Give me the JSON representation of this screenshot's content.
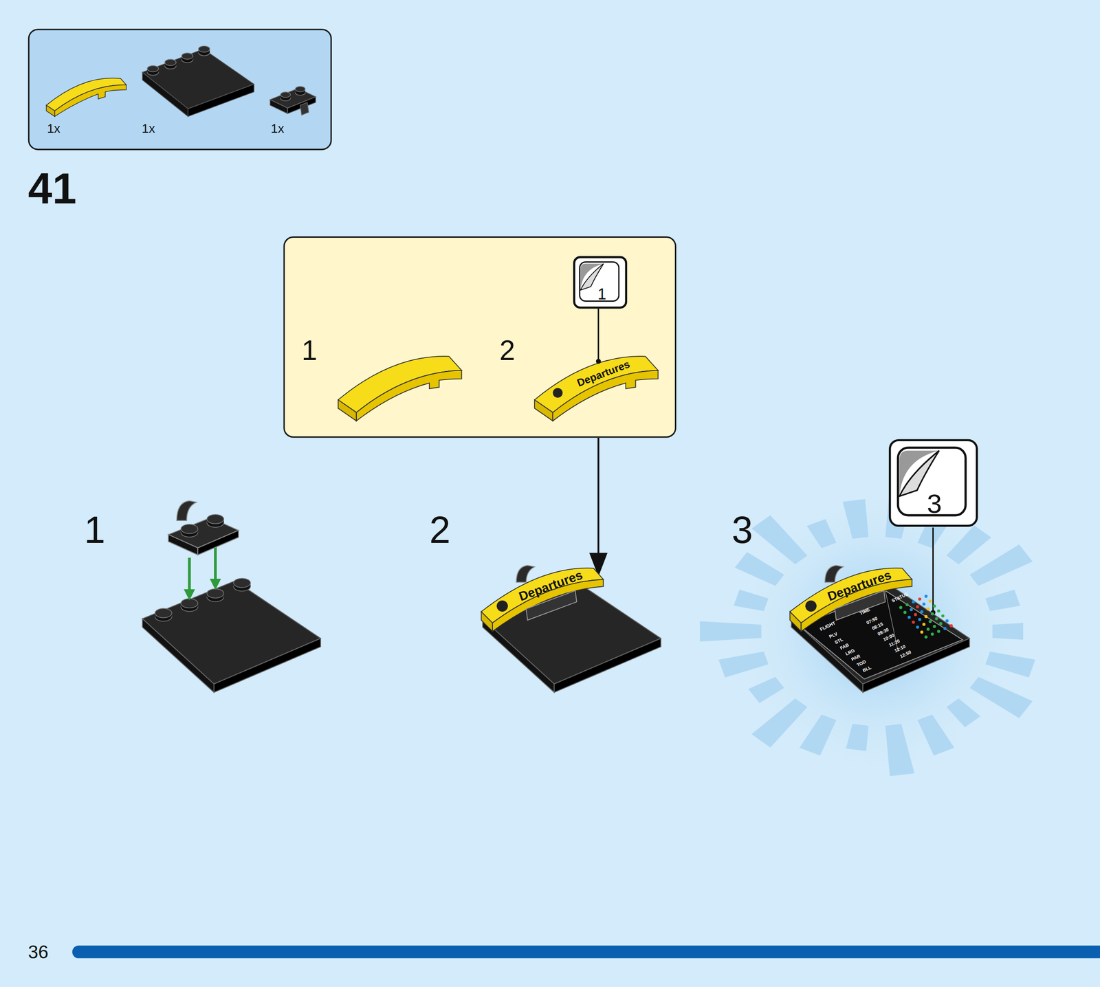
{
  "diagram": {
    "nodes": [
      {
        "text": [
          "1x",
          "1x",
          "1x"
        ]
      },
      {
        "text": [
          "1",
          "2"
        ]
      },
      {
        "text": [
          "1"
        ],
        "in": 1
      },
      {
        "text": [
          "3"
        ]
      }
    ],
    "labels": [
      "41",
      "1",
      "2",
      "3",
      "Departures",
      "Departures",
      "Departures",
      "FLIGHT",
      "TIME",
      "STATUS",
      "PLV",
      "STL",
      "FAB",
      "LRG",
      "PAR",
      "TOD",
      "BLL",
      "07:50",
      "08:15",
      "09:30",
      "10:00",
      "11:20",
      "12:10",
      "12:50",
      "36"
    ]
  }
}
